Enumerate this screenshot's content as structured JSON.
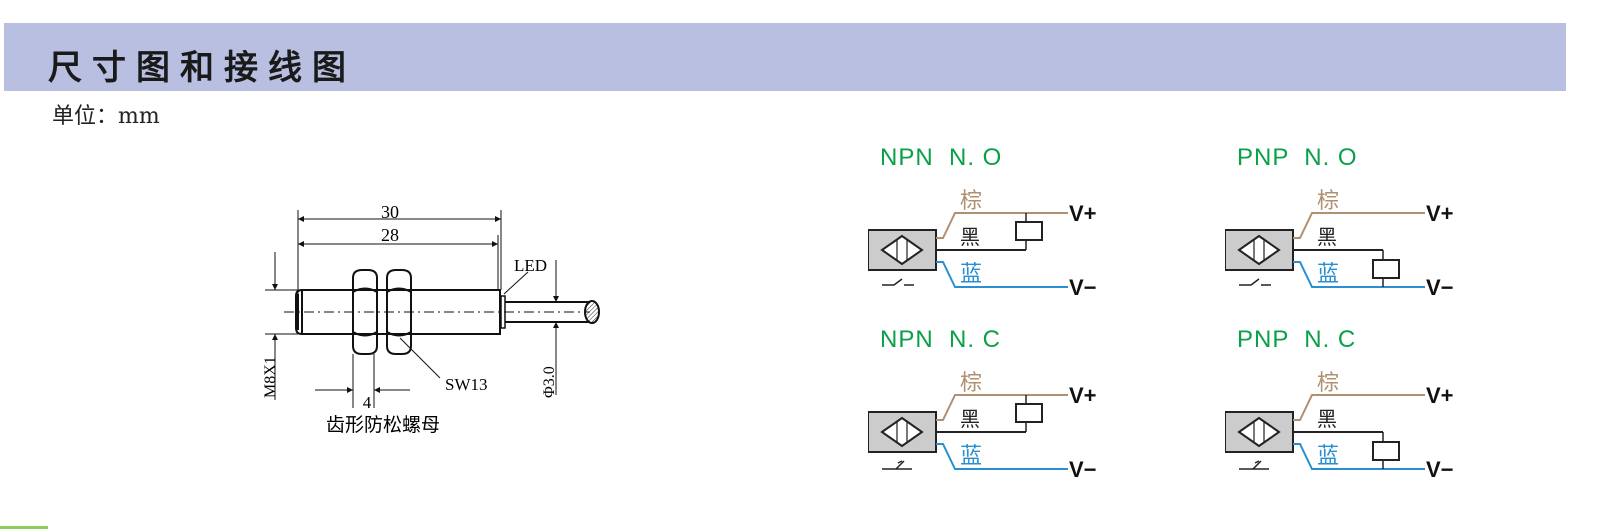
{
  "header": {
    "title": "尺寸图和接线图"
  },
  "unit": {
    "label": "单位：mm"
  },
  "dimension_drawing": {
    "total_length": "30",
    "body_length": "28",
    "thread": "M8X1",
    "nut_width": "4",
    "nut_size": "SW13",
    "led_label": "LED",
    "cable_diameter": "Φ3.0",
    "nut_caption": "齿形防松螺母"
  },
  "wiring_diagrams": [
    {
      "title": "NPN  N. O",
      "type": "npn",
      "contact": "no"
    },
    {
      "title": "PNP  N. O",
      "type": "pnp",
      "contact": "no"
    },
    {
      "title": "NPN  N. C",
      "type": "npn",
      "contact": "nc"
    },
    {
      "title": "PNP  N. C",
      "type": "pnp",
      "contact": "nc"
    }
  ],
  "wire_labels": {
    "brown": "棕",
    "black": "黑",
    "blue": "蓝",
    "vplus": "V+",
    "vminus": "V−"
  },
  "colors": {
    "brown": "#b09070",
    "black": "#222222",
    "blue": "#2a8fd0",
    "title_green": "#0aa04a",
    "header_bg": "#b8bfe1"
  }
}
